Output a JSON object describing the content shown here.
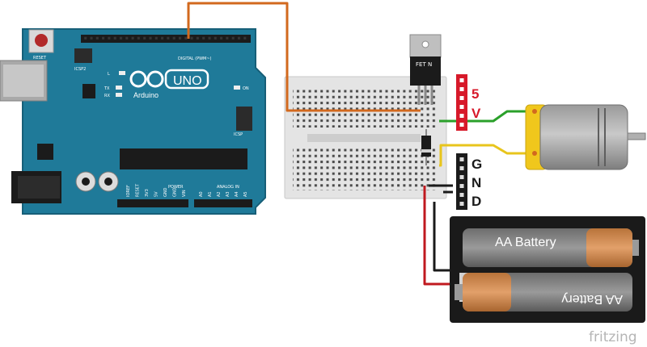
{
  "arduino": {
    "reset_label": "RESET",
    "icsp2_label": "ICSP2",
    "model_label": "UNO",
    "brand_label": "Arduino",
    "led_l_label": "L",
    "led_tx_label": "TX",
    "led_rx_label": "RX",
    "on_label": "ON",
    "icsp_label": "ICSP",
    "digital_header_label": "DIGITAL (PWM~)",
    "power_header_label": "POWER",
    "analog_header_label": "ANALOG IN",
    "power_pins": [
      "IOREF",
      "RESET",
      "3V3",
      "5V",
      "GND",
      "GND",
      "VIN"
    ],
    "analog_pins": [
      "A0",
      "A1",
      "A2",
      "A3",
      "A4",
      "A5"
    ]
  },
  "transistor": {
    "label": "FET N"
  },
  "header_5v": {
    "label_1": "5",
    "label_2": "V"
  },
  "header_gnd": {
    "label_1": "G",
    "label_2": "N",
    "label_3": "D"
  },
  "battery": {
    "top_label": "AA Battery",
    "bottom_label": "AA Battery"
  },
  "footer": {
    "logo_text": "fritzing"
  },
  "colors": {
    "board": "#1f7a99",
    "wire_orange": "#d2691e",
    "wire_red": "#c0191f",
    "wire_black": "#1a1a1a",
    "wire_green": "#2aa02a",
    "wire_yellow": "#e8c51c",
    "header_red": "#d7192a"
  }
}
